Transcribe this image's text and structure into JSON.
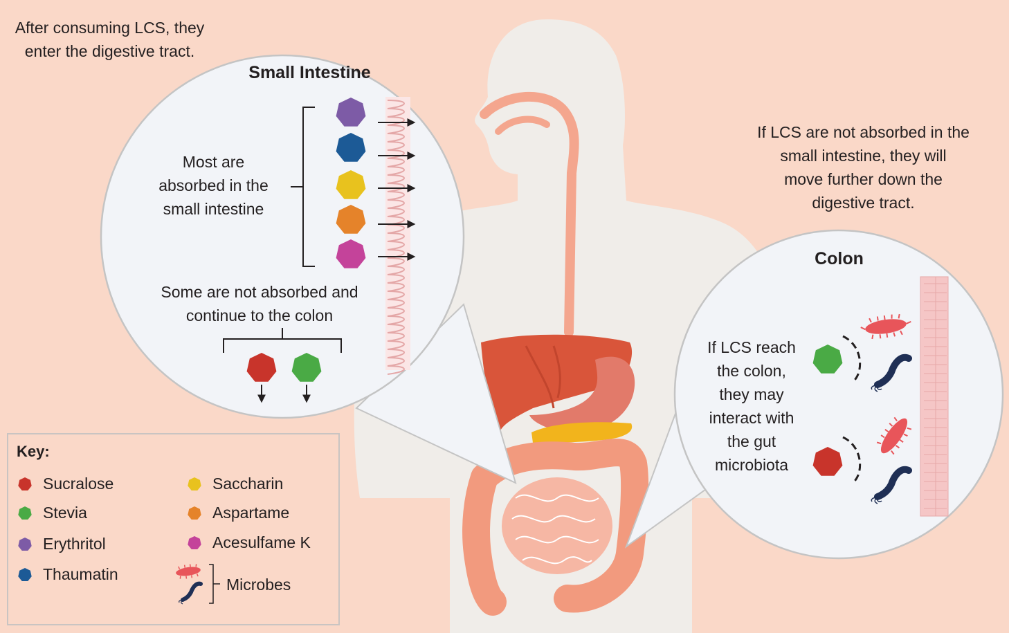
{
  "intro_text": [
    "After consuming LCS, they",
    "enter the digestive tract."
  ],
  "small_intestine": {
    "title": "Small Intestine",
    "absorbed_text": [
      "Most are",
      "absorbed in the",
      "small intestine"
    ],
    "not_absorbed_text": [
      "Some are not absorbed and",
      "continue to the colon"
    ]
  },
  "right_text": [
    "If LCS are not absorbed in the",
    "small intestine, they will",
    "move further down the",
    "digestive tract."
  ],
  "colon": {
    "title": "Colon",
    "text": [
      "If LCS reach",
      "the colon,",
      "they may",
      "interact with",
      "the gut",
      "microbiota"
    ]
  },
  "key": {
    "title": "Key:",
    "items": [
      {
        "label": "Sucralose",
        "color": "#c8342b"
      },
      {
        "label": "Stevia",
        "color": "#4aaa45"
      },
      {
        "label": "Erythritol",
        "color": "#7d5ba6"
      },
      {
        "label": "Thaumatin",
        "color": "#1c5a96"
      },
      {
        "label": "Saccharin",
        "color": "#e8c21e"
      },
      {
        "label": "Aspartame",
        "color": "#e5832a"
      },
      {
        "label": "Acesulfame K",
        "color": "#c4439a"
      }
    ],
    "microbes_label": "Microbes"
  },
  "colors": {
    "background": "#fad8c8",
    "body_silhouette": "#f0ede9",
    "magnifier_fill": "#f2f4f8",
    "digestive_tract": "#f4a68e",
    "liver": "#d9553a",
    "pancreas": "#f2b41c",
    "intestine": "#f29a7e",
    "red_microbe": "#e8555a",
    "blue_microbe": "#1f2f55"
  }
}
